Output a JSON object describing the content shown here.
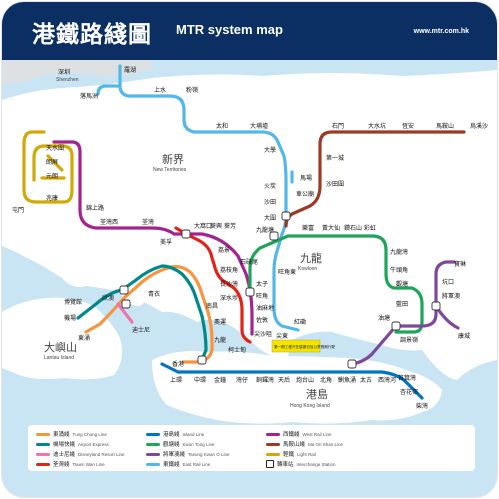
{
  "header": {
    "title_zh": "港鐵路綫圖",
    "title_en": "MTR system map",
    "site": "www.mtr.com.hk"
  },
  "colors": {
    "header": "#0b2f63",
    "sea": "#c9e4f3",
    "land": "#ffffff",
    "east_rail": "#53b7e8",
    "kwun_tong": "#1ea55a",
    "tsuen_wan": "#e2231a",
    "island": "#0075c2",
    "tung_chung": "#f7943e",
    "tseung_kwan_o": "#7d499d",
    "west_rail": "#a3238f",
    "ma_on_shan": "#9a3b26",
    "light_rail": "#d3a809",
    "disneyland": "#f173ac",
    "airport_express": "#00888a",
    "shenzhen": "#9aa3aa"
  },
  "regions": {
    "new_territories_zh": "新界",
    "new_territories_en": "New Territories",
    "kowloon_zh": "九龍",
    "kowloon_en": "Kowloon",
    "hk_island_zh": "港島",
    "hk_island_en": "Hong Kong Island",
    "lantau_zh": "大嶼山",
    "lantau_en": "Lantau Island",
    "shenzhen_zh": "深圳",
    "shenzhen_en": "Shenzhen"
  },
  "stations": {
    "lo_wu": "羅湖",
    "lok_ma_chau": "落馬洲",
    "sheung_shui": "上水",
    "fanling": "粉嶺",
    "tai_wo": "太和",
    "tai_po_market": "大埔墟",
    "university": "大學",
    "fo_tan": "火炭",
    "sha_tin": "沙田",
    "tai_wai": "大圍",
    "kowloon_tong": "九龍塘",
    "wu_kai_sha": "烏溪沙",
    "ma_on_shan": "馬鞍山",
    "heng_on": "恆安",
    "tai_shui_hang": "大水坑",
    "shek_mun": "石門",
    "city_one": "第一城",
    "sha_tin_wai": "沙田圍",
    "che_kung_temple": "車公廟",
    "tuen_mun": "屯門",
    "siu_hong": "兆康",
    "tin_shui_wai": "天水圍",
    "long_ping": "朗屏",
    "yuen_long": "元朗",
    "kam_sheung_road": "錦上路",
    "tsuen_wan_west": "荃灣西",
    "tsuen_wan": "荃灣",
    "tai_wo_hau": "大窩口",
    "kwai_hing": "葵興",
    "kwai_fong": "葵芳",
    "lai_king": "荔景",
    "mei_foo": "美孚",
    "lai_chi_kok": "荔枝角",
    "cheung_sha_wan": "長沙灣",
    "sham_shui_po": "深水埗",
    "prince_edward": "太子",
    "mong_kok": "旺角",
    "yau_ma_tei": "油麻地",
    "jordan": "佐敦",
    "tsim_sha_tsui": "尖沙咀",
    "east_tsim_sha_tsui": "尖東",
    "hung_hom": "紅磡",
    "mong_kok_east": "旺角東",
    "shek_kip_mei": "石硤尾",
    "lok_fu": "樂富",
    "wong_tai_sin": "黃大仙",
    "diamond_hill": "鑽石山",
    "choi_hung": "彩虹",
    "kowloon_bay": "九龍灣",
    "ngau_tau_kok": "牛頭角",
    "kwun_tong": "觀塘",
    "lam_tin": "藍田",
    "yau_tong": "油塘",
    "tiu_keng_leng": "調景嶺",
    "tseung_kwan_o": "將軍澳",
    "hang_hau": "坑口",
    "po_lam": "寶琳",
    "lohas_park": "康城",
    "nam_cheong": "南昌",
    "olympic": "奧運",
    "kowloon": "九龍",
    "austin": "柯士甸",
    "tsing_yi": "青衣",
    "sunny_bay": "欣澳",
    "disneyland": "迪士尼",
    "tung_chung": "東涌",
    "airport": "機場",
    "asiaworld": "博覽館",
    "hong_kong": "香港",
    "central": "中環",
    "sheung_wan": "上環",
    "admiralty": "金鐘",
    "wan_chai": "灣仔",
    "causeway_bay": "銅鑼灣",
    "tin_hau": "天后",
    "fortress_hill": "炮台山",
    "north_point": "北角",
    "quarry_bay": "鰂魚涌",
    "tai_koo": "太古",
    "sai_wan_ho": "西灣河",
    "shau_kei_wan": "筲箕灣",
    "heng_fa_chuen": "杏花邨",
    "chai_wan": "柴灣",
    "racecourse": "馬場",
    "lohas": "康城"
  },
  "note": "第一期工程只在星期日及公眾假期行駛",
  "legend": [
    {
      "zh": "東涌綫",
      "en": "Tung Chung Line",
      "color": "#f7943e"
    },
    {
      "zh": "機場快綫",
      "en": "Airport Express",
      "color": "#00888a"
    },
    {
      "zh": "迪士尼綫",
      "en": "Disneyland Resort Line",
      "color": "#f173ac"
    },
    {
      "zh": "荃灣綫",
      "en": "Tsuen Wan Line",
      "color": "#e2231a"
    },
    {
      "zh": "港島綫",
      "en": "Island Line",
      "color": "#0075c2"
    },
    {
      "zh": "觀塘綫",
      "en": "Kwun Tong Line",
      "color": "#1ea55a"
    },
    {
      "zh": "將軍澳綫",
      "en": "Tseung Kwan O Line",
      "color": "#7d499d"
    },
    {
      "zh": "東鐵綫",
      "en": "East Rail Line",
      "color": "#53b7e8"
    },
    {
      "zh": "西鐵綫",
      "en": "West Rail Line",
      "color": "#a3238f"
    },
    {
      "zh": "馬鞍山綫",
      "en": "Ma On Shan Line",
      "color": "#9a3b26"
    },
    {
      "zh": "輕鐵",
      "en": "Light Rail",
      "color": "#d3a809"
    },
    {
      "zh": "轉車站",
      "en": "Interchange Station",
      "color": "#222222"
    }
  ]
}
